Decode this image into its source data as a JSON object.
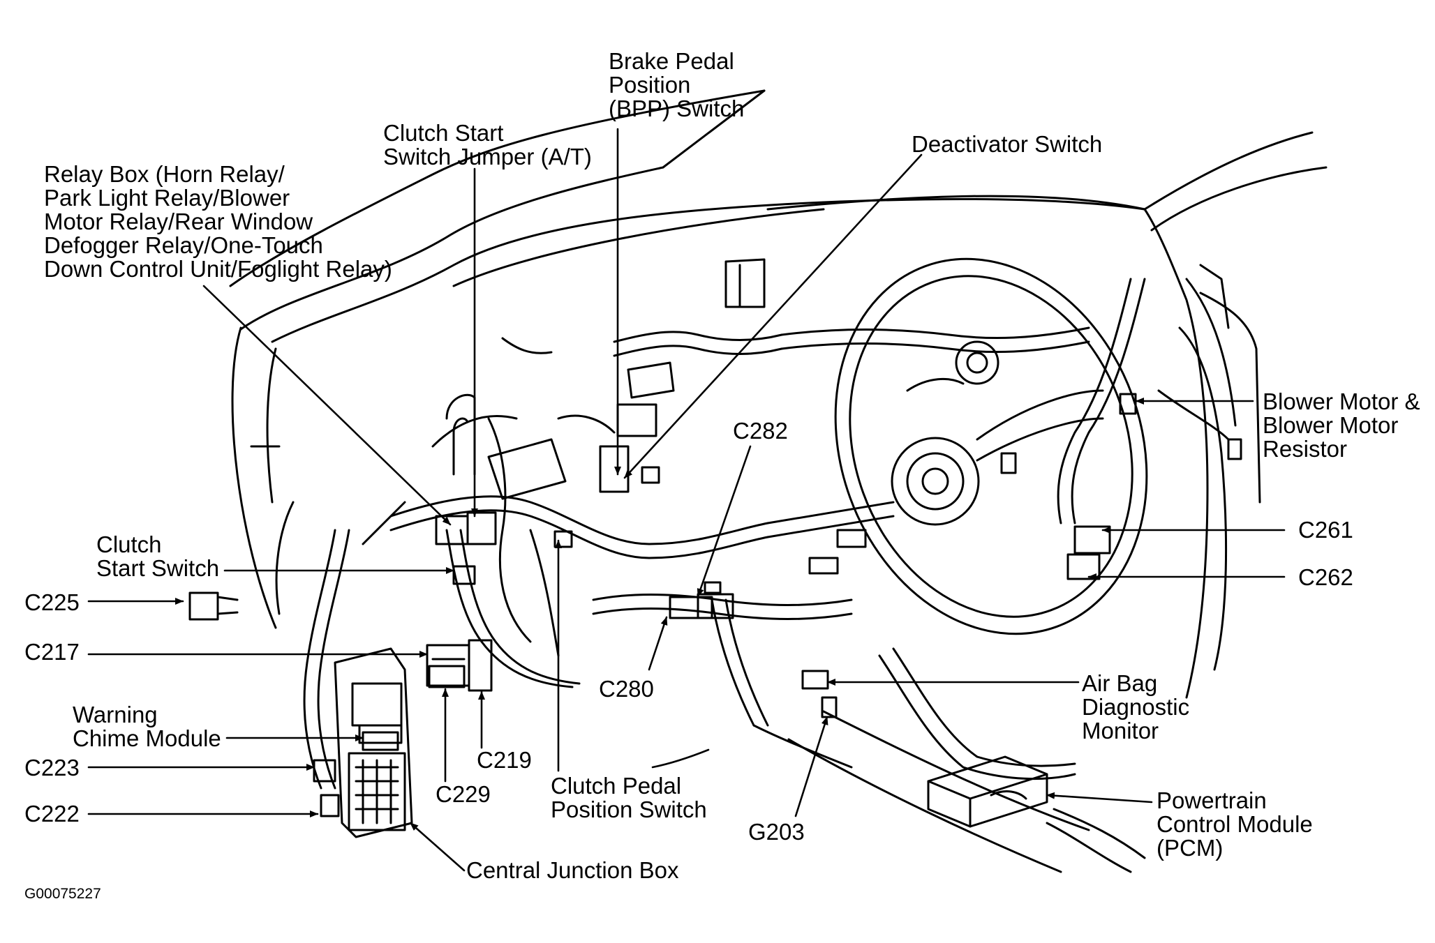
{
  "colors": {
    "ink": "#000000",
    "background": "#ffffff"
  },
  "labels": {
    "brake_pedal_position_switch": [
      "Brake Pedal",
      "Position",
      "(BPP) Switch"
    ],
    "clutch_start_switch_jumper": [
      "Clutch Start",
      "Switch Jumper (A/T)"
    ],
    "deactivator_switch": [
      "Deactivator Switch"
    ],
    "relay_box": [
      "Relay Box (Horn Relay/",
      "Park Light Relay/Blower",
      "Motor Relay/Rear Window",
      "Defogger Relay/One-Touch",
      "Down Control Unit/Foglight Relay)"
    ],
    "c282": [
      "C282"
    ],
    "blower_motor": [
      "Blower Motor &",
      "Blower Motor",
      "Resistor"
    ],
    "c261": [
      "C261"
    ],
    "c262": [
      "C262"
    ],
    "clutch_start_switch": [
      "Clutch",
      "Start Switch"
    ],
    "c225": [
      "C225"
    ],
    "c217": [
      "C217"
    ],
    "c280": [
      "C280"
    ],
    "air_bag_diagnostic_monitor": [
      "Air Bag",
      "Diagnostic",
      "Monitor"
    ],
    "warning_chime_module": [
      "Warning",
      "Chime Module"
    ],
    "c219": [
      "C219"
    ],
    "c223": [
      "C223"
    ],
    "c229": [
      "C229"
    ],
    "clutch_pedal_position_switch": [
      "Clutch Pedal",
      "Position Switch"
    ],
    "powertrain_control_module": [
      "Powertrain",
      "Control Module",
      "(PCM)"
    ],
    "c222": [
      "C222"
    ],
    "g203": [
      "G203"
    ],
    "central_junction_box": [
      "Central Junction Box"
    ]
  },
  "figure_id": "G00075227"
}
